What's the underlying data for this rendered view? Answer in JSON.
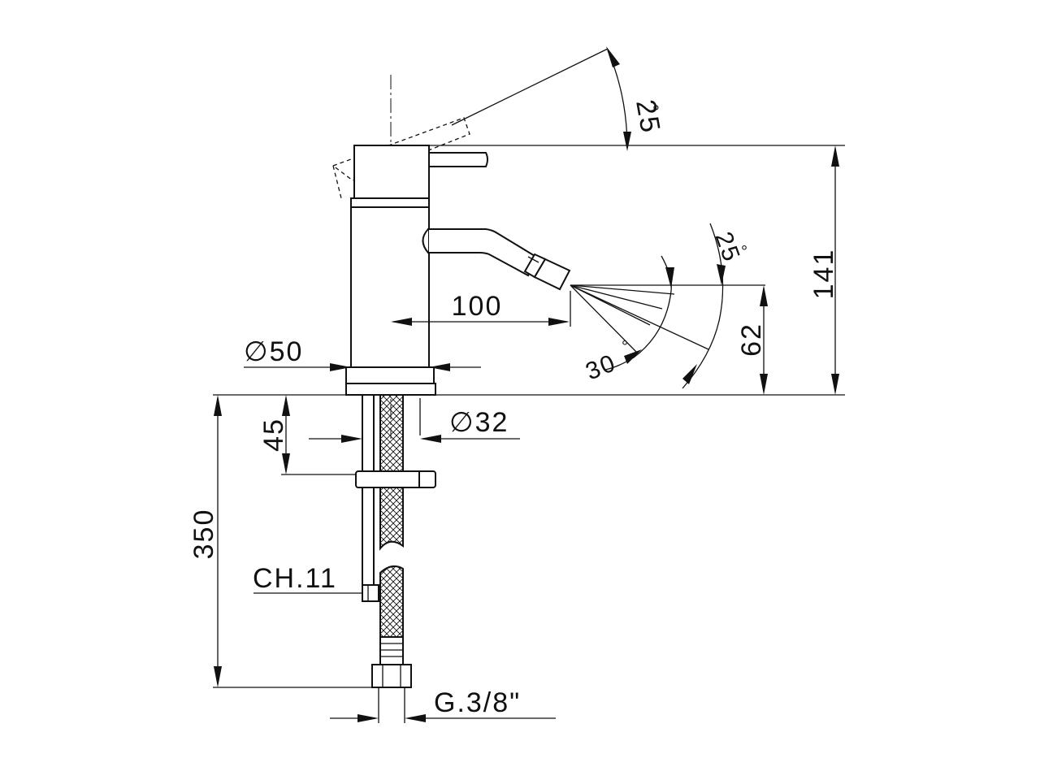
{
  "drawing": {
    "dimensions": {
      "height_141": "141",
      "depth_100": "100",
      "spout_62": "62",
      "diameter_50": "∅50",
      "diameter_32": "∅32",
      "thickness_45": "45",
      "hose_350": "350",
      "wrench_ch11": "CH.11",
      "thread_g38": "G.3/8\""
    },
    "angles": {
      "lever_25": "25",
      "lever_25_deg": "°",
      "spray_25": "25",
      "spray_25_deg": "°",
      "spray_30": "30",
      "spray_30_deg": "°"
    }
  }
}
